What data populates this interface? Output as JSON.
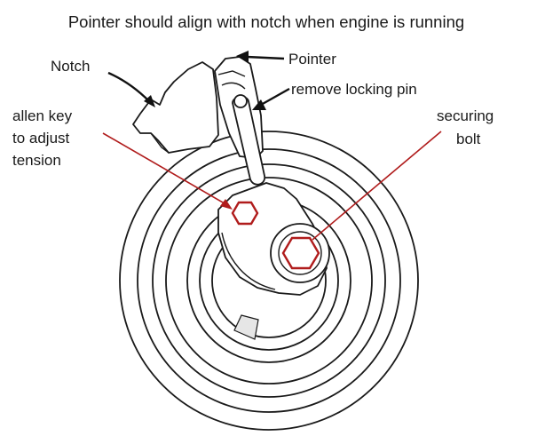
{
  "title": "Pointer should align with notch when engine is running",
  "labels": {
    "notch": "Notch",
    "pointer": "Pointer",
    "remove_locking_pin": "remove locking pin",
    "allen_key_line1": "allen key",
    "allen_key_line2": "to adjust",
    "allen_key_line3": "tension",
    "securing_line1": "securing",
    "securing_line2": "bolt"
  },
  "colors": {
    "highlight": "#b01c1c",
    "outline": "#1a1a1a"
  }
}
